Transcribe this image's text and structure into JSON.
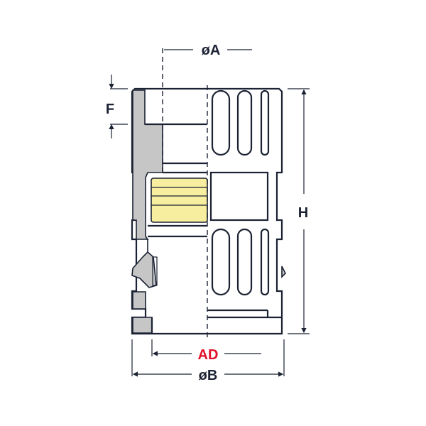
{
  "labels": {
    "diameter_a": "øA",
    "diameter_b": "øB",
    "height": "H",
    "flange": "F",
    "ad": "AD"
  },
  "colors": {
    "stroke": "#1b2233",
    "wall": "#c6c6c6",
    "insert": "#f7eea0",
    "ad_label": "#e2102a"
  }
}
